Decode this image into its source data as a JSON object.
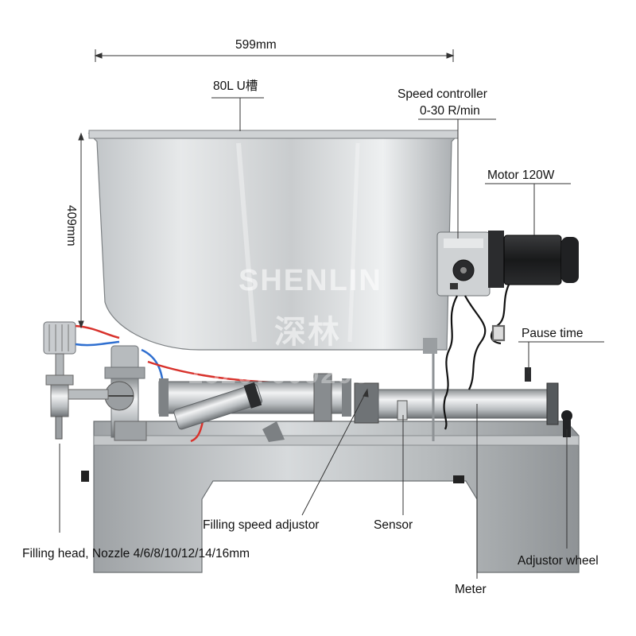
{
  "dimensions": {
    "width_label": "599mm",
    "height_label": "409mm"
  },
  "labels": {
    "tank": "80L U槽",
    "speed_controller_line1": "Speed controller",
    "speed_controller_line2": "0-30 R/min",
    "motor": "Motor 120W",
    "pause_time": "Pause time",
    "filling_speed_adjustor": "Filling speed adjustor",
    "sensor": "Sensor",
    "filling_head": "Filling head, Nozzle 4/6/8/10/12/14/16mm",
    "adjustor_wheel": "Adjustor wheel",
    "meter": "Meter"
  },
  "watermark": {
    "brand": "SHENLIN",
    "brand_cn": "深林",
    "phone": "15207609298"
  },
  "colors": {
    "steel_light": "#d9dcde",
    "steel_mid": "#a7abae",
    "steel_dark": "#6d7174",
    "motor_black": "#1c1d1f",
    "air_tube_red": "#d8322c",
    "air_tube_blue": "#2f6fd0",
    "annotation_line": "#333333"
  }
}
